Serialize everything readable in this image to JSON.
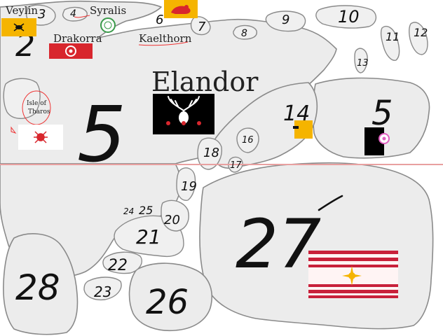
{
  "map": {
    "title": "Elandor",
    "places": [
      "Veylin",
      "Syralis",
      "Drakorra",
      "Kaelthorn"
    ],
    "isle_label_line1": "Isle of",
    "isle_label_line2": "Tharos",
    "region_numbers": [
      "2",
      "3",
      "4",
      "5",
      "5",
      "6",
      "7",
      "8",
      "9",
      "10",
      "11",
      "12",
      "13",
      "14",
      "16",
      "17",
      "18",
      "19",
      "20",
      "21",
      "22",
      "23",
      "24",
      "25",
      "26",
      "27",
      "28"
    ],
    "colors": {
      "land": "#ececec",
      "coast": "#8a8a8a",
      "flag_gold": "#f5b400",
      "flag_red": "#d8262d",
      "flag_black": "#000000",
      "stripe_red": "#c8203a",
      "flag_cream": "#fff4f4",
      "emblem_pink": "#e060c0",
      "seal_green": "#3a9a4a",
      "guide_line": "#e8a0a0"
    },
    "icons": [
      "insect-icon",
      "lion-icon",
      "dragon-icon",
      "seal-icon",
      "stag-icon",
      "spider-icon",
      "sun-icon",
      "ring-icon"
    ]
  }
}
